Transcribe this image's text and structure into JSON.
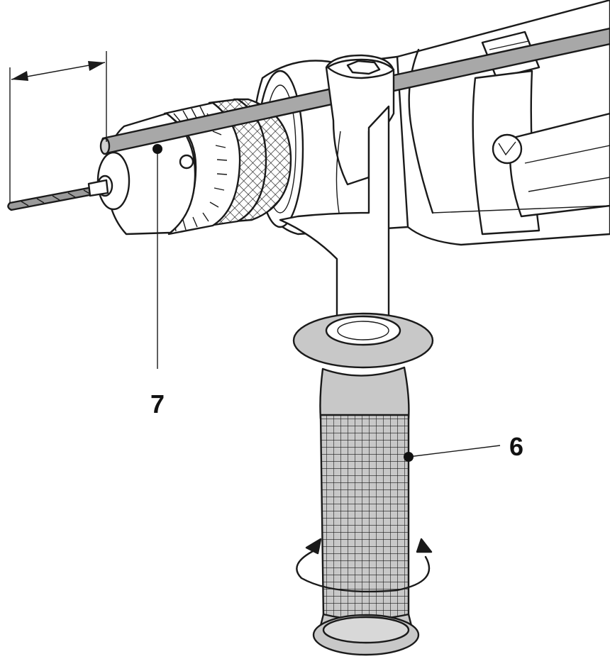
{
  "figure": {
    "callouts": [
      {
        "id": "depth-stop",
        "label": "7"
      },
      {
        "id": "auxiliary-handle",
        "label": "6"
      }
    ],
    "colors": {
      "line": "#1a1a1a",
      "body": "#ffffff",
      "shade": "#bdbdbd",
      "rod": "#a8a8a8"
    }
  }
}
